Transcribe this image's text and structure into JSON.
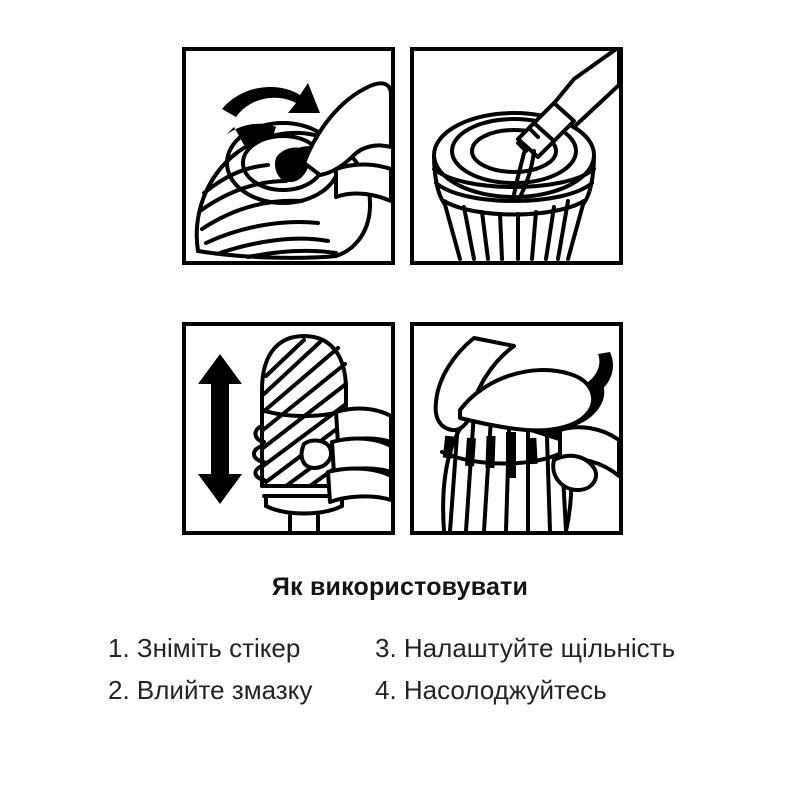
{
  "page": {
    "background_color": "#ffffff",
    "ink_color": "#000000",
    "text_color": "#232323"
  },
  "instructions": {
    "title": "Як використовувати",
    "panels": [
      {
        "index": "1",
        "icon": "peel-sticker-icon",
        "description": "Рука знімає стікер з кришки, вигнута стрілка вказує напрямок"
      },
      {
        "index": "2",
        "icon": "pour-lubricant-icon",
        "description": "Тюбик змазки заливає рідину в отвір пристрою"
      },
      {
        "index": "3",
        "icon": "stroke-updown-icon",
        "description": "Рука тримає пристрій, подвійна вертикальна стрілка вгору-вниз"
      },
      {
        "index": "4",
        "icon": "twist-cap-icon",
        "description": "Рука повертає кришку, вигнуті стрілки показують обертання"
      }
    ],
    "steps_left": [
      "1. Зніміть стікер",
      "2. Влийте змазку"
    ],
    "steps_right": [
      "3. Налаштуйте щільність",
      "4. Насолоджуйтесь"
    ]
  }
}
